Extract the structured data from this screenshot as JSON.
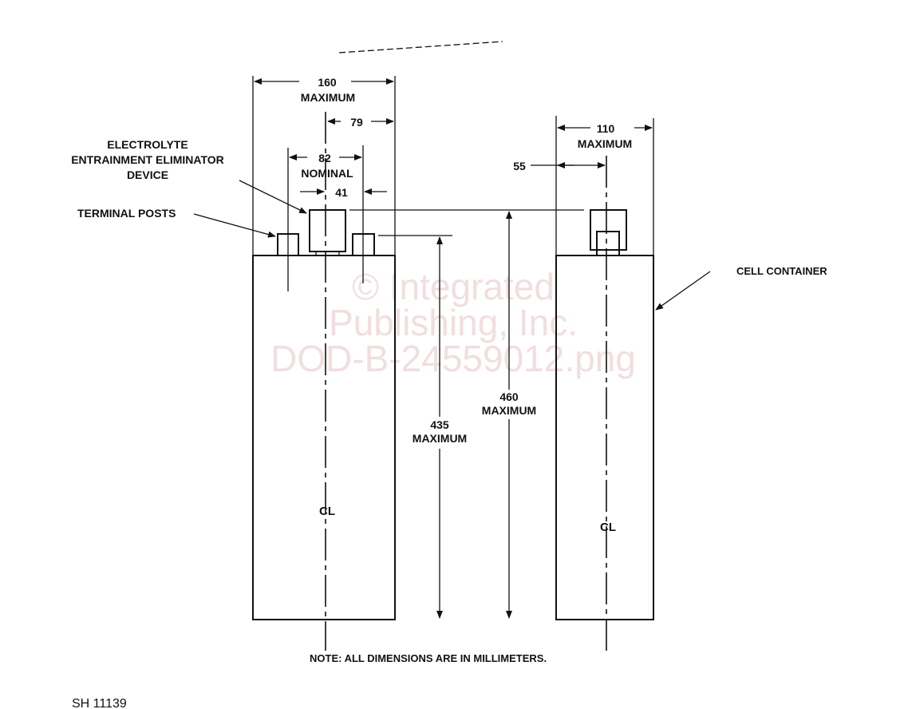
{
  "watermark": {
    "line1": "© Integrated",
    "line2": "Publishing, Inc.",
    "line3": "DOD-B-24559012.png"
  },
  "dimensions": {
    "width_160": "160",
    "width_160_note": "MAXIMUM",
    "offset_79": "79",
    "spacing_82": "82",
    "spacing_82_note": "NOMINAL",
    "offset_41": "41",
    "width_110": "110",
    "width_110_note": "MAXIMUM",
    "offset_55": "55",
    "height_460": "460",
    "height_460_note": "MAXIMUM",
    "height_435": "435",
    "height_435_note": "MAXIMUM"
  },
  "labels": {
    "device_line1": "ELECTROLYTE",
    "device_line2": "ENTRAINMENT ELIMINATOR",
    "device_line3": "DEVICE",
    "terminal_posts": "TERMINAL POSTS",
    "cell_container": "CELL CONTAINER",
    "centerline": "CL"
  },
  "note": "NOTE: ALL DIMENSIONS ARE IN MILLIMETERS.",
  "sheet_id": "SH 11139"
}
